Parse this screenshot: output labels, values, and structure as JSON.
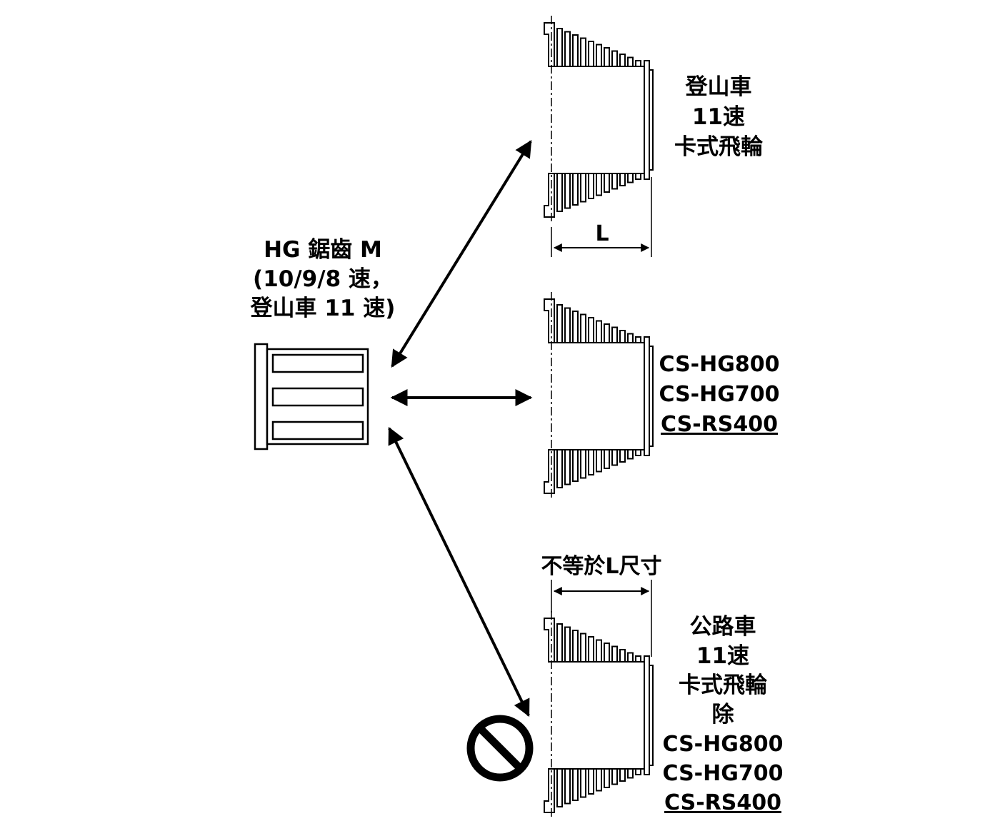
{
  "hub": {
    "title": "HG 鋸齒 M",
    "subtitle1": "(10/9/8 速，",
    "subtitle2": "登山車 11 速)"
  },
  "top": {
    "line1": "登山車",
    "line2": "11速",
    "line3": "卡式飛輪",
    "dim": "L"
  },
  "middle": {
    "model1": "CS-HG800",
    "model2": "CS-HG700",
    "model3": "CS-RS400"
  },
  "bottom": {
    "dim": "不等於L尺寸",
    "line1": "公路車",
    "line2": "11速",
    "line3": "卡式飛輪",
    "line4": "除",
    "model1": "CS-HG800",
    "model2": "CS-HG700",
    "model3": "CS-RS400"
  },
  "colors": {
    "link": "#29abe2",
    "ink": "#000000"
  }
}
